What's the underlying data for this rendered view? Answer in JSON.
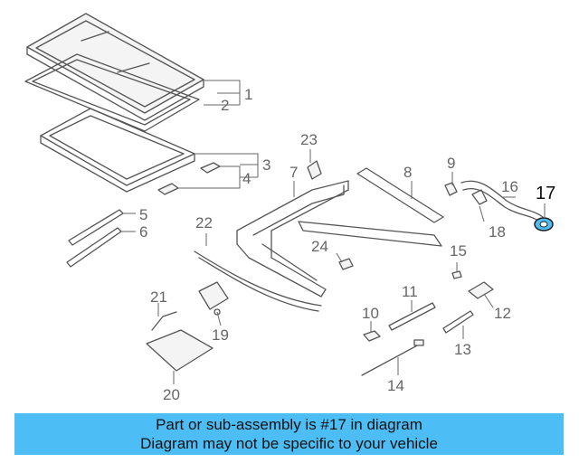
{
  "labels": {
    "p1": "1",
    "p2": "2",
    "p3": "3",
    "p4": "4",
    "p5": "5",
    "p6": "6",
    "p7": "7",
    "p8": "8",
    "p9": "9",
    "p10": "10",
    "p11": "11",
    "p12": "12",
    "p13": "13",
    "p14": "14",
    "p15": "15",
    "p16": "16",
    "p17": "17",
    "p18": "18",
    "p19": "19",
    "p20": "20",
    "p21": "21",
    "p22": "22",
    "p23": "23",
    "p24": "24"
  },
  "highlight_part": "17",
  "banner": {
    "line1": "Part or sub-assembly is #17 in diagram",
    "line2": "Diagram may not be specific to your vehicle"
  },
  "colors": {
    "banner_bg": "#4dbdf5",
    "highlight_part": "#4dbdf5"
  }
}
